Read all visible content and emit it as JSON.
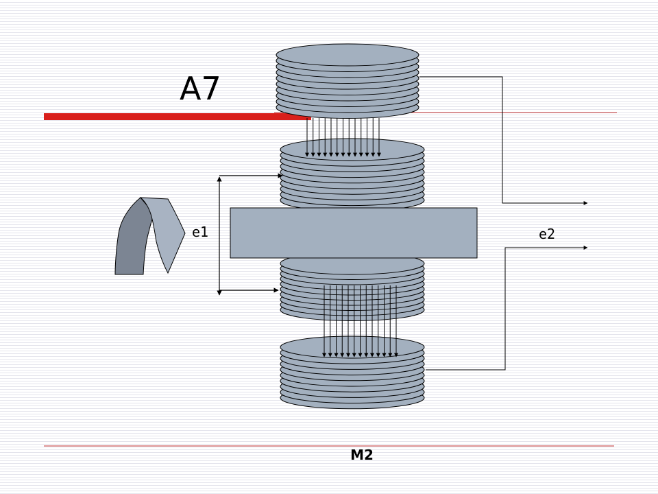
{
  "slide": {
    "title": "A7",
    "footer": "M2"
  },
  "diagram": {
    "labels": {
      "primary_emf": "e1",
      "secondary_emf": "e2"
    },
    "colors": {
      "coil_fill": "#a3b0bf",
      "coil_stroke": "#000000",
      "core_fill": "#a3b0bf",
      "accent_bar": "#d9201c",
      "rule": "#c03030",
      "hand_dark": "#7c8593",
      "hand_light": "#a8b3c2"
    },
    "icons": {
      "hand": "curled-hand-icon"
    }
  }
}
